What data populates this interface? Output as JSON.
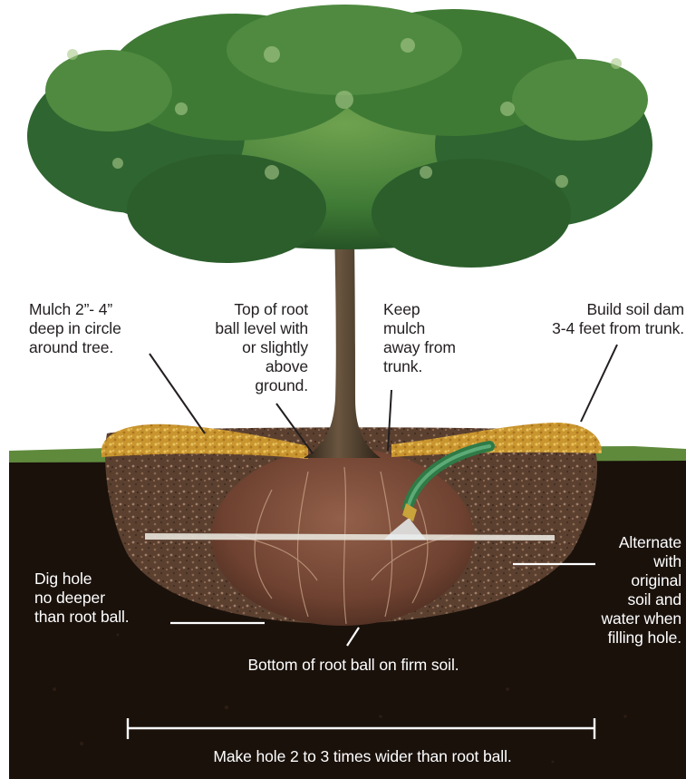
{
  "labels": {
    "mulch_depth": [
      "Mulch 2”- 4”",
      "deep in circle",
      "around tree."
    ],
    "root_ball_top": [
      "Top of root",
      "ball level with",
      "or slightly",
      "above",
      "ground."
    ],
    "mulch_away": [
      "Keep",
      "mulch",
      "away from",
      "trunk."
    ],
    "soil_dam": [
      "Build soil dam",
      "3-4 feet from trunk."
    ],
    "dig_hole": [
      "Dig hole",
      "no deeper",
      "than root ball."
    ],
    "alternate": [
      "Alternate",
      "with",
      "original",
      "soil and",
      "water when",
      "filling hole."
    ],
    "bottom": "Bottom of root ball on firm soil.",
    "width": "Make hole 2 to 3 times wider than root ball."
  },
  "colors": {
    "foliage_dark": "#1f4a22",
    "foliage_mid": "#3f7a35",
    "foliage_light": "#8fb870",
    "trunk": "#4a3a28",
    "soil_dark": "#1a110b",
    "backfill": "#5b4030",
    "mulch": "#d9a83a",
    "grass": "#5f8a3c",
    "root_ball": "#7a4a35",
    "hose": "#3f8f5a",
    "label_dark": "#231f20",
    "label_light": "#ffffff"
  }
}
